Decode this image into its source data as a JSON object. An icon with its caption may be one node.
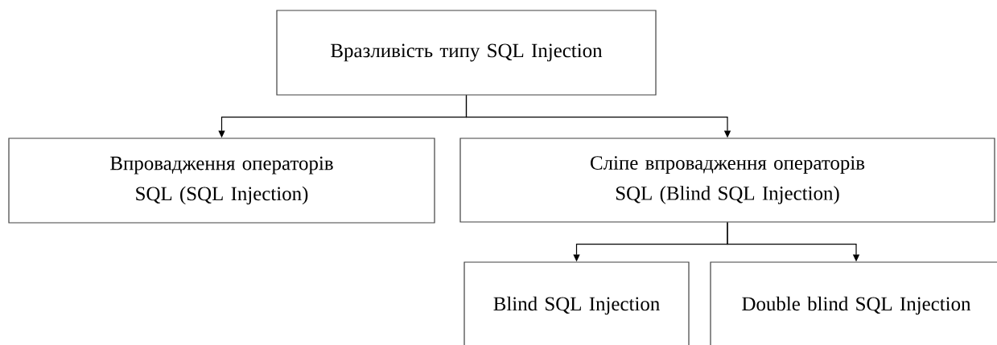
{
  "diagram": {
    "nodes": [
      {
        "text": [
          "Вразливість типу SQL Injection"
        ]
      },
      {
        "text": [
          "Впровадження операторів SQL (SQL Injection)"
        ]
      },
      {
        "text": [
          "Сліпе впровадження операторів SQL (Blind SQL Injection)"
        ]
      },
      {
        "text": [
          "Blind SQL Injection"
        ]
      },
      {
        "text": [
          "Double blind SQL Injection"
        ]
      }
    ],
    "edges": [
      {
        "from": 0,
        "to": 1,
        "arrow": "to"
      },
      {
        "from": 0,
        "to": 2,
        "arrow": "to"
      },
      {
        "from": 2,
        "to": 3,
        "arrow": "to"
      },
      {
        "from": 2,
        "to": 4,
        "arrow": "to"
      }
    ]
  }
}
